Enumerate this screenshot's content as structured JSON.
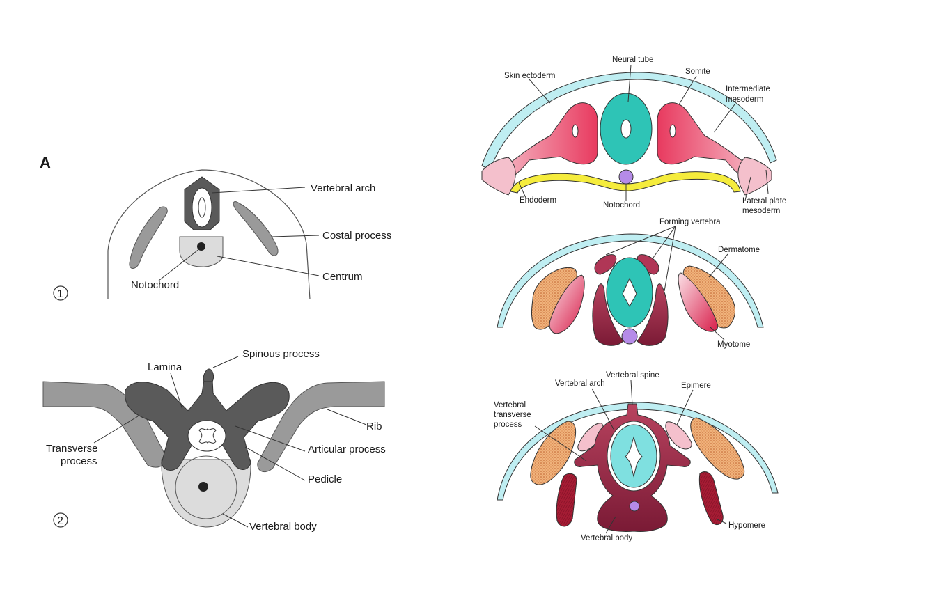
{
  "left_figure": {
    "panel_label": "A",
    "diagram_1": {
      "number": "1",
      "labels": {
        "vertebral_arch": "Vertebral arch",
        "costal_process": "Costal process",
        "centrum": "Centrum",
        "notochord": "Notochord"
      }
    },
    "diagram_2": {
      "number": "2",
      "labels": {
        "spinous_process": "Spinous process",
        "lamina": "Lamina",
        "rib": "Rib",
        "transverse_process_line1": "Transverse",
        "transverse_process_line2": "process",
        "articular_process": "Articular process",
        "pedicle": "Pedicle",
        "vertebral_body": "Vertebral body"
      }
    }
  },
  "right_figure": {
    "stage_1": {
      "labels": {
        "neural_tube": "Neural tube",
        "skin_ectoderm": "Skin ectoderm",
        "somite": "Somite",
        "intermediate_mesoderm_line1": "Intermediate",
        "intermediate_mesoderm_line2": "mesoderm",
        "endoderm": "Endoderm",
        "notochord": "Notochord",
        "lateral_plate_mesoderm_line1": "Lateral plate",
        "lateral_plate_mesoderm_line2": "mesoderm"
      }
    },
    "stage_2": {
      "labels": {
        "forming_vertebra": "Forming vertebra",
        "dermatome": "Dermatome",
        "myotome": "Myotome"
      }
    },
    "stage_3": {
      "labels": {
        "vertebral_spine": "Vertebral spine",
        "vertebral_arch": "Vertebral arch",
        "epimere": "Epimere",
        "vertebral_transverse_process_line1": "Vertebral",
        "vertebral_transverse_process_line2": "transverse",
        "vertebral_transverse_process_line3": "process",
        "vertebral_body": "Vertebral body",
        "hypomere": "Hypomere"
      }
    }
  },
  "colors": {
    "dark_gray": "#5a5a5a",
    "mid_gray": "#9a9a9a",
    "light_gray": "#dcdcdc",
    "skin": "#bfeef2",
    "neural_tube": "#2ec4b6",
    "somite": "#e83a5f",
    "endoderm": "#f5ec3c",
    "notochord": "#b58be8",
    "dermatome": "#e9a060",
    "vertebra": "#9b2848",
    "spine_canal": "#7fe0e0"
  }
}
